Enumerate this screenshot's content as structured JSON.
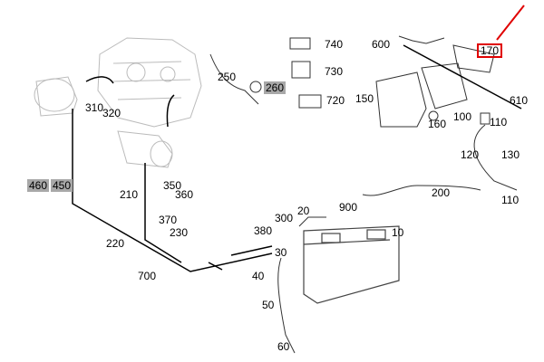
{
  "labels": {
    "p740": "740",
    "p730": "730",
    "p720": "720",
    "p250": "250",
    "p260": "260",
    "p600": "600",
    "p170": "170",
    "p150": "150",
    "p100": "100",
    "p160": "160",
    "p110a": "110",
    "p610": "610",
    "p310": "310",
    "p320": "320",
    "p460": "460",
    "p450": "450",
    "p120": "120",
    "p130": "130",
    "p110b": "110",
    "p350": "350",
    "p360": "360",
    "p210": "210",
    "p200": "200",
    "p370": "370",
    "p230": "230",
    "p900": "900",
    "p20": "20",
    "p300": "300",
    "p380": "380",
    "p10": "10",
    "p220": "220",
    "p30": "30",
    "p700": "700",
    "p40": "40",
    "p50": "50",
    "p60": "60"
  },
  "colors": {
    "line": "#000000",
    "part_outline": "#555555",
    "highlight_box": "#e00000",
    "arrow": "#e00000",
    "grey_label": "#a8a8a8"
  },
  "highlighted_part": "170"
}
